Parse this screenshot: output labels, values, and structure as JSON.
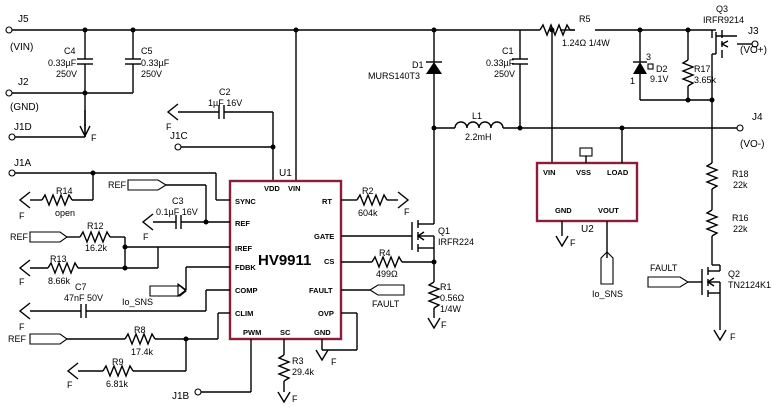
{
  "ic_main": {
    "ref": "U1",
    "part": "HV9911",
    "pins": {
      "vdd": "VDD",
      "vin": "VIN",
      "sync": "SYNC",
      "ref": "REF",
      "iref": "IREF",
      "fdbk": "FDBK",
      "comp": "COMP",
      "clim": "CLIM",
      "pwm": "PWM",
      "sc": "SC",
      "gnd": "GND",
      "rt": "RT",
      "gate": "GATE",
      "cs": "CS",
      "fault": "FAULT",
      "ovp": "OVP"
    }
  },
  "ic_u2": {
    "ref": "U2",
    "pins": {
      "vin": "VIN",
      "vss": "VSS",
      "load": "LOAD",
      "gnd": "GND",
      "vout": "VOUT"
    }
  },
  "connectors": {
    "j5": "J5",
    "j5_sig": "(VIN)",
    "j2": "J2",
    "j2_sig": "(GND)",
    "j1d": "J1D",
    "j1c": "J1C",
    "j1a": "J1A",
    "j1b": "J1B",
    "j3": "J3",
    "j3_sig": "(VO+)",
    "j4": "J4",
    "j4_sig": "(VO-)"
  },
  "components": {
    "c4": {
      "ref": "C4",
      "v1": "0.33µF",
      "v2": "250V"
    },
    "c5": {
      "ref": "C5",
      "v1": "0.33µF",
      "v2": "250V"
    },
    "c2": {
      "ref": "C2",
      "v1": "1µF 16V"
    },
    "d1": {
      "ref": "D1",
      "v1": "MURS140T3"
    },
    "c1": {
      "ref": "C1",
      "v1": "0.33µF",
      "v2": "250V"
    },
    "r5": {
      "ref": "R5",
      "v1": "1.24Ω 1/4W"
    },
    "d2": {
      "ref": "D2",
      "v1": "9.1V",
      "pin3": "3",
      "pin1": "1"
    },
    "r17": {
      "ref": "R17",
      "v1": "3.65k"
    },
    "q3": {
      "ref": "Q3",
      "v1": "IRFR9214"
    },
    "l1": {
      "ref": "L1",
      "v1": "2.2mH"
    },
    "r14": {
      "ref": "R14",
      "v1": "open"
    },
    "c3": {
      "ref": "C3",
      "v1": "0.1µF 16V"
    },
    "r12": {
      "ref": "R12",
      "v1": "16.2k"
    },
    "r13": {
      "ref": "R13",
      "v1": "8.66k"
    },
    "c7": {
      "ref": "C7",
      "v1": "47nF 50V"
    },
    "r8": {
      "ref": "R8",
      "v1": "17.4k"
    },
    "r9": {
      "ref": "R9",
      "v1": "6.81k"
    },
    "r3": {
      "ref": "R3",
      "v1": "29.4k"
    },
    "r2": {
      "ref": "R2",
      "v1": "604k"
    },
    "q1": {
      "ref": "Q1",
      "v1": "IRFR224"
    },
    "r4": {
      "ref": "R4",
      "v1": "499Ω"
    },
    "r1": {
      "ref": "R1",
      "v1": "0.56Ω",
      "v2": "1/4W"
    },
    "r18": {
      "ref": "R18",
      "v1": "22k"
    },
    "r16": {
      "ref": "R16",
      "v1": "22k"
    },
    "q2": {
      "ref": "Q2",
      "v1": "TN2124K1"
    }
  },
  "nets": {
    "ref": "REF",
    "io_sns": "Io_SNS",
    "fault": "FAULT",
    "gnd": "F"
  },
  "icons": {
    "ground": "ground-symbol",
    "resistor": "resistor-zigzag",
    "capacitor": "capacitor-plates",
    "diode": "diode-triangle",
    "mosfet": "mosfet-symbol",
    "inductor": "inductor-coil",
    "net_flag": "pentagon-flag",
    "connector": "open-circle-terminal"
  },
  "colors": {
    "ic_outline": "#8c1d3a",
    "wire": "#000000"
  }
}
